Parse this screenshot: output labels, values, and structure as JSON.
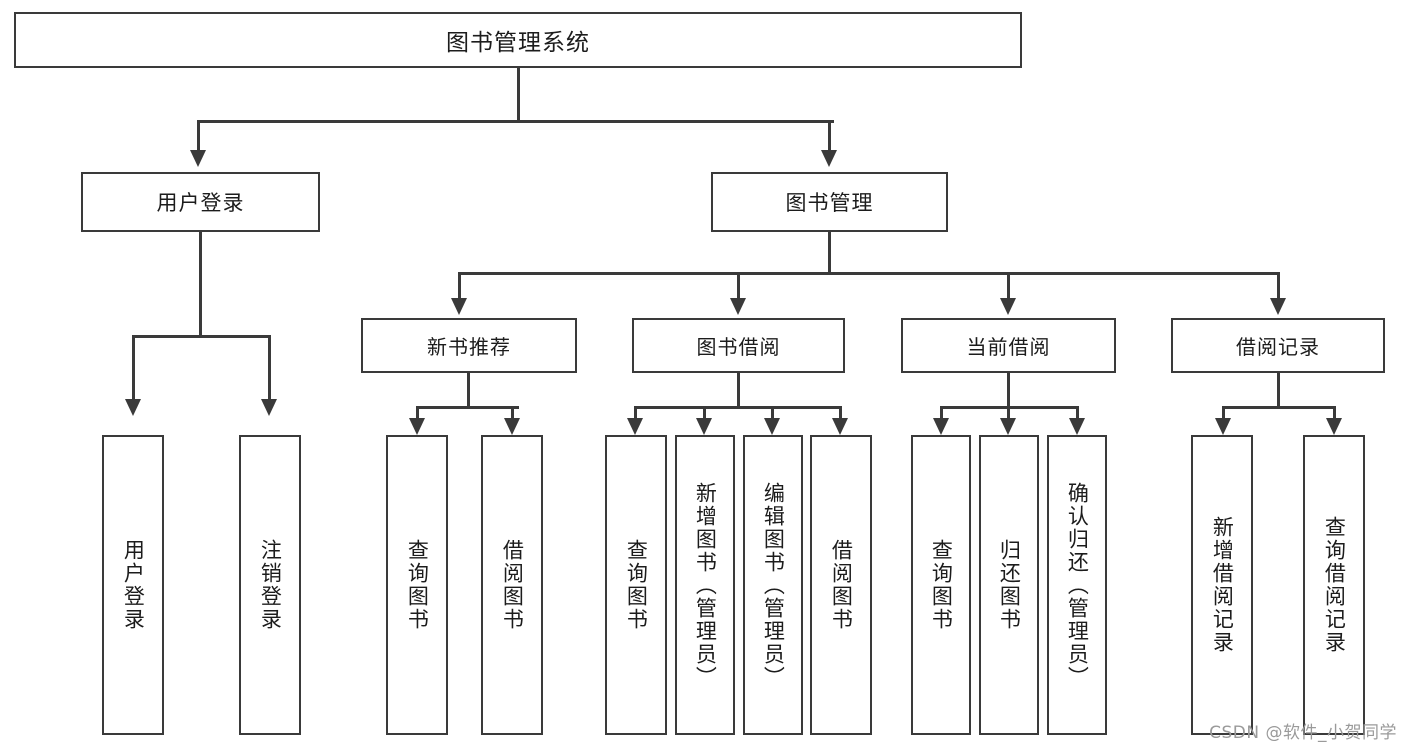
{
  "diagram": {
    "title": "图书管理系统",
    "type": "tree-hierarchy-chart",
    "watermark": "CSDN @软件_小贺同学",
    "colors": {
      "stroke": "#3a3a3a",
      "fill": "#ffffff",
      "text": "#1c1c1c",
      "watermark": "#9a9a9a"
    },
    "root": {
      "label": "图书管理系统"
    },
    "level2": [
      {
        "id": "user-login",
        "label": "用户登录"
      },
      {
        "id": "book-management",
        "label": "图书管理"
      }
    ],
    "level3": [
      {
        "id": "new-book-recommend",
        "label": "新书推荐"
      },
      {
        "id": "book-borrow",
        "label": "图书借阅"
      },
      {
        "id": "current-borrow",
        "label": "当前借阅"
      },
      {
        "id": "borrow-record",
        "label": "借阅记录"
      }
    ],
    "leaves": {
      "user_login": [
        {
          "id": "leaf-user-login",
          "label": "用户登录"
        },
        {
          "id": "leaf-logout-login",
          "label": "注销登录"
        }
      ],
      "new_book_recommend": [
        {
          "id": "leaf-query-book-1",
          "label": "查询图书"
        },
        {
          "id": "leaf-borrow-book-1",
          "label": "借阅图书"
        }
      ],
      "book_borrow": [
        {
          "id": "leaf-query-book-2",
          "label": "查询图书"
        },
        {
          "id": "leaf-add-book",
          "label": "新增图书（管理员）"
        },
        {
          "id": "leaf-edit-book",
          "label": "编辑图书（管理员）"
        },
        {
          "id": "leaf-borrow-book-2",
          "label": "借阅图书"
        }
      ],
      "current_borrow": [
        {
          "id": "leaf-query-book-3",
          "label": "查询图书"
        },
        {
          "id": "leaf-return-book",
          "label": "归还图书"
        },
        {
          "id": "leaf-confirm-return",
          "label": "确认归还（管理员）"
        }
      ],
      "borrow_record": [
        {
          "id": "leaf-add-borrow-record",
          "label": "新增借阅记录"
        },
        {
          "id": "leaf-query-borrow-record",
          "label": "查询借阅记录"
        }
      ]
    }
  }
}
